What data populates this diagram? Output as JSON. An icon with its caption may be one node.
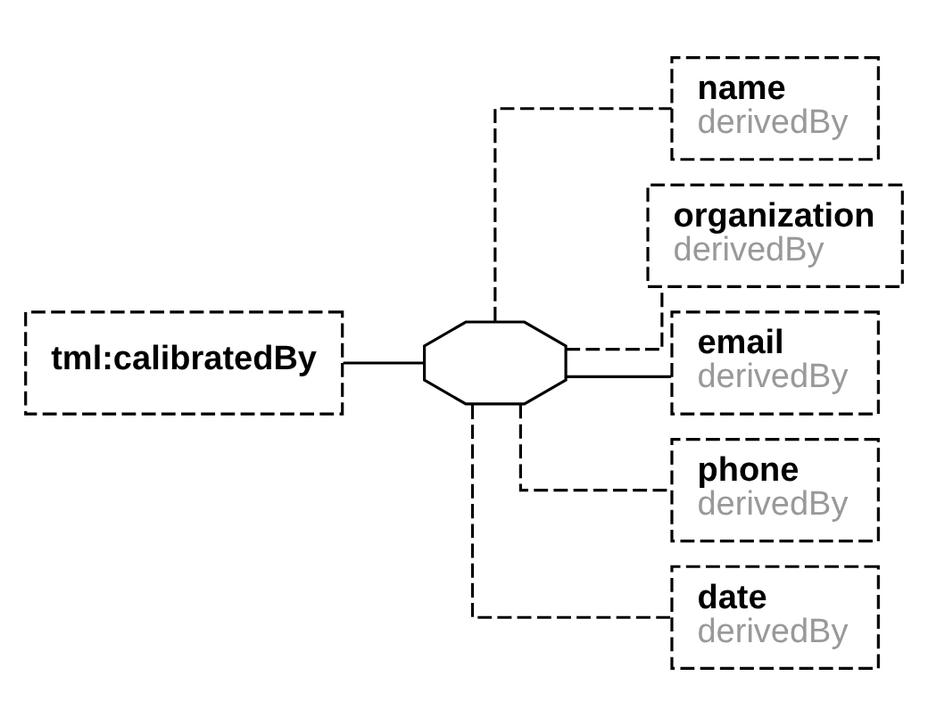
{
  "diagram": {
    "nodes": [
      {
        "text": [
          "tml:calibratedBy"
        ]
      },
      {
        "text": [],
        "shape": "octagon"
      },
      {
        "text": [
          "name",
          "derivedBy"
        ]
      },
      {
        "text": [
          "organization",
          "derivedBy"
        ]
      },
      {
        "text": [
          "email",
          "derivedBy"
        ]
      },
      {
        "text": [
          "phone",
          "derivedBy"
        ]
      },
      {
        "text": [
          "date",
          "derivedBy"
        ]
      }
    ],
    "edges": [
      {
        "from": 0,
        "to": 1,
        "arrow": "none"
      },
      {
        "from": 1,
        "to": 2,
        "arrow": "none",
        "style": "dashed"
      },
      {
        "from": 1,
        "to": 3,
        "arrow": "none",
        "style": "dashed"
      },
      {
        "from": 1,
        "to": 4,
        "arrow": "none"
      },
      {
        "from": 1,
        "to": 5,
        "arrow": "none",
        "style": "dashed"
      },
      {
        "from": 1,
        "to": 6,
        "arrow": "none",
        "style": "dashed"
      }
    ]
  }
}
